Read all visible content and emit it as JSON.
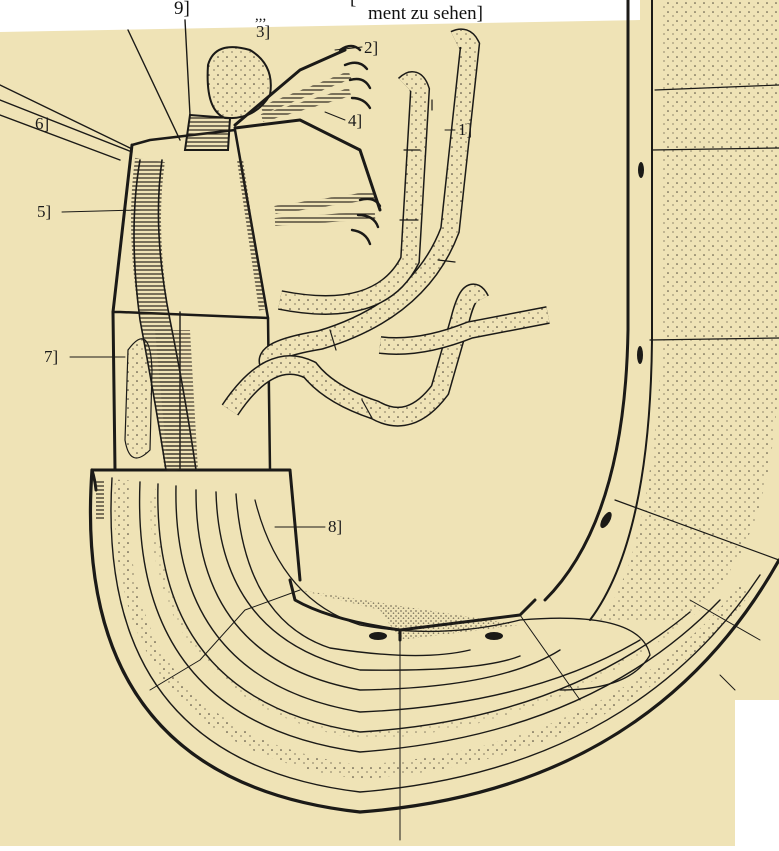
{
  "caption_fragments": {
    "left": "9]",
    "right_upper": "[",
    "right_lower": "ment zu sehen]",
    "mid": ",,,"
  },
  "figure_labels": [
    "1]",
    "2]",
    "3]",
    "4]",
    "5]",
    "6]",
    "7]",
    "8]"
  ],
  "colors": {
    "paper": "#efe3b6",
    "ink": "#1b1a17",
    "stipple": "#3a342a"
  }
}
